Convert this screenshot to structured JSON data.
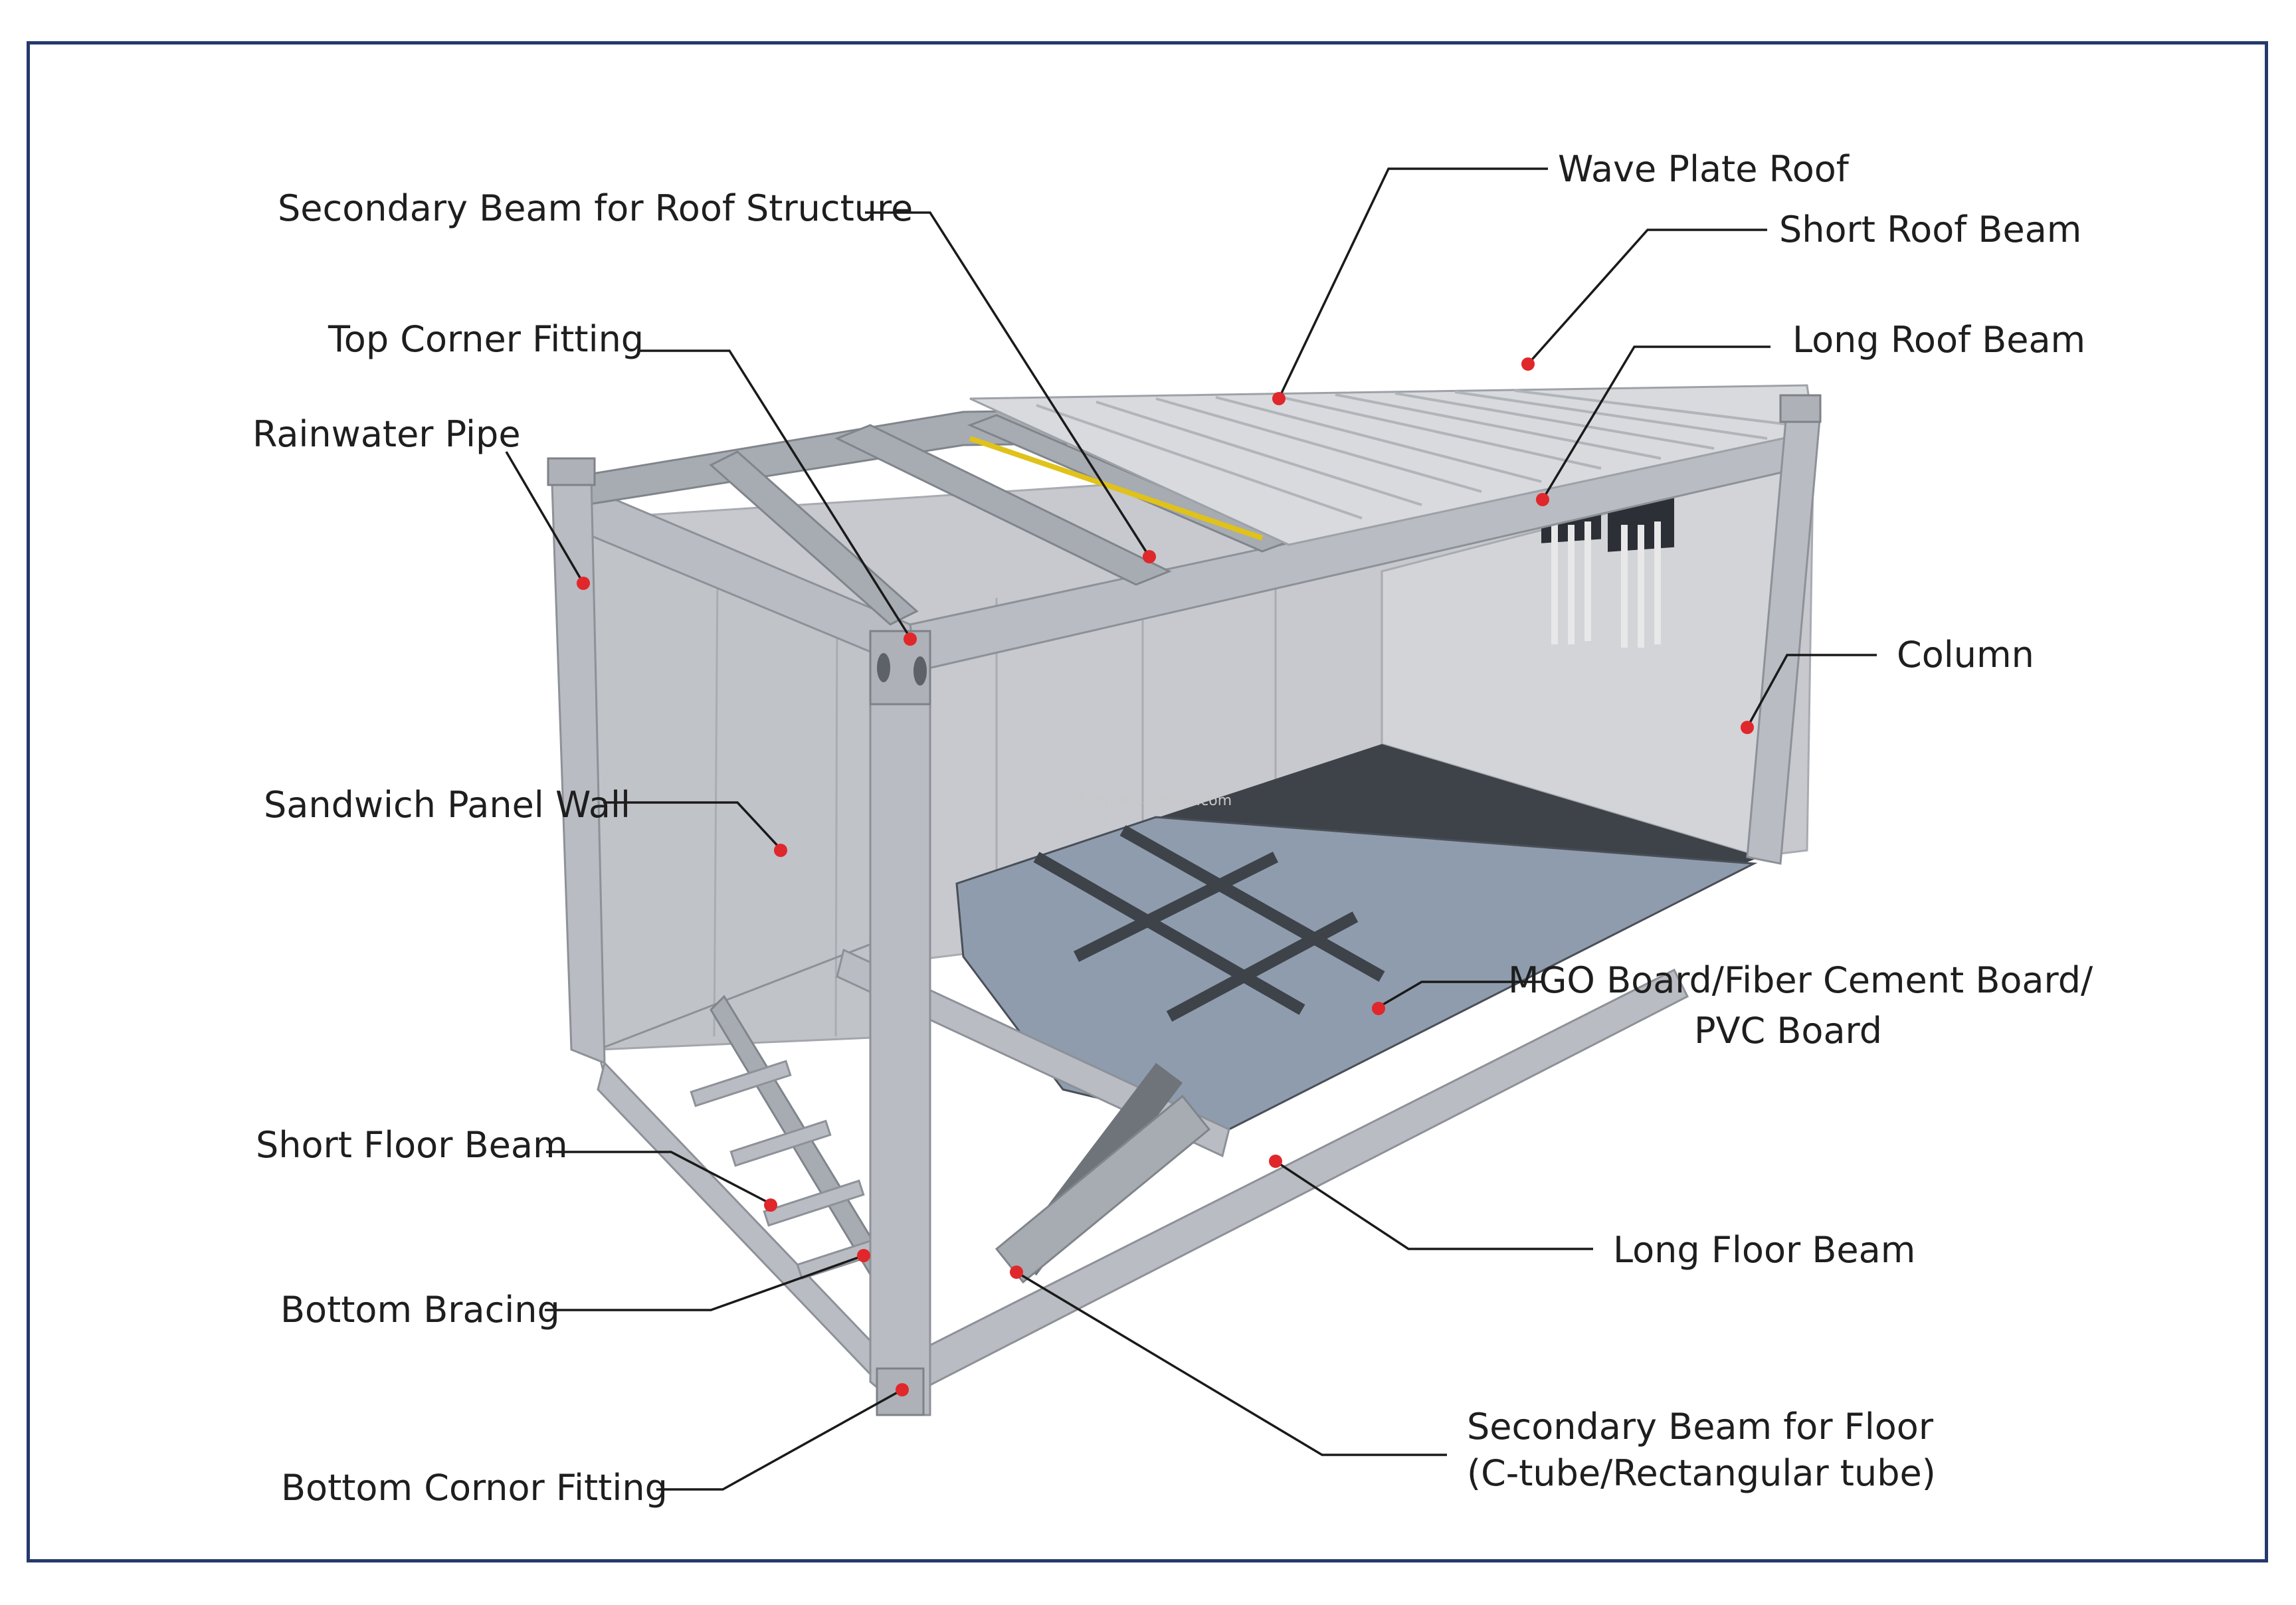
{
  "watermark": "nbzhjt.en.alibaba.com",
  "labels": {
    "wave_plate_roof": "Wave Plate Roof",
    "short_roof_beam": "Short Roof Beam",
    "long_roof_beam": "Long Roof Beam",
    "secondary_beam_roof": "Secondary Beam for Roof Structure",
    "top_corner_fitting": "Top Corner Fitting",
    "rainwater_pipe": "Rainwater Pipe",
    "column": "Column",
    "sandwich_panel_wall": "Sandwich Panel Wall",
    "floor_board_line1": "MGO Board/Fiber Cement Board/",
    "floor_board_line2": "PVC Board",
    "short_floor_beam": "Short Floor Beam",
    "long_floor_beam": "Long Floor Beam",
    "bottom_bracing": "Bottom Bracing",
    "secondary_beam_floor_line1": "Secondary Beam for Floor",
    "secondary_beam_floor_line2": "(C-tube/Rectangular tube)",
    "bottom_corner_fitting": "Bottom Cornor Fitting"
  },
  "colors": {
    "frame_border": "#243a6b",
    "marker": "#e0272b",
    "leader": "#1a1a1a",
    "steel": "#b9bcc2",
    "wall": "#c4c6cb",
    "floor_board": "#8f9cad",
    "floor_dark": "#3e4249"
  }
}
